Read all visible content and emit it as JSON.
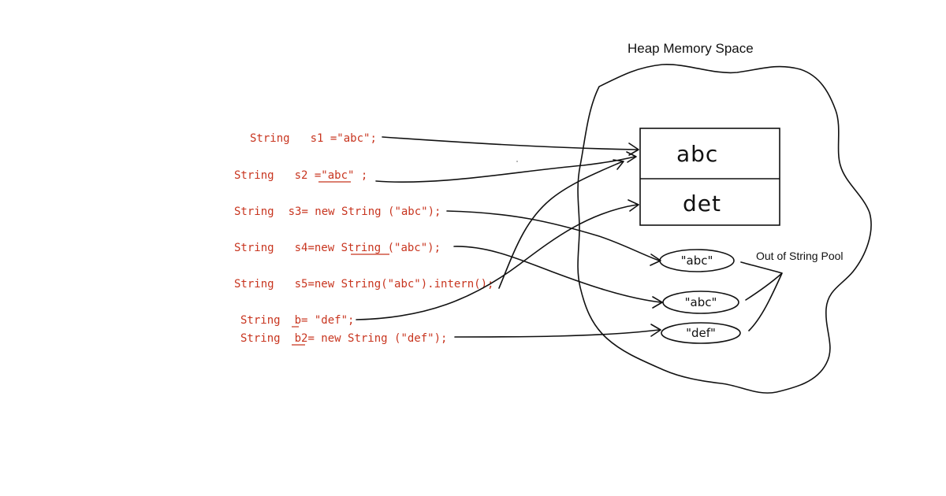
{
  "heap_label": "Heap Memory Space",
  "pool_note": "Out of String Pool",
  "pool_box": {
    "top_value": "abc",
    "bottom_value": "det"
  },
  "code_lines": [
    {
      "keyword": "String",
      "var": "s1",
      "rest": " =\"abc\";"
    },
    {
      "keyword": "String",
      "var": "s2",
      "rest": " =\"abc\"  ;"
    },
    {
      "keyword": "String",
      "var": "s3",
      "rest": "= new  String (\"abc\");"
    },
    {
      "keyword": "String",
      "var": "s4",
      "rest": "=new   String (\"abc\");"
    },
    {
      "keyword": "String",
      "var": "s5",
      "rest": "=new   String(\"abc\").intern();"
    },
    {
      "keyword": "String",
      "var": "b",
      "rest": "= \"def\";"
    },
    {
      "keyword": "String",
      "var": "b2",
      "rest": "= new String (\"def\");"
    }
  ],
  "heap_objects": [
    {
      "label": "\"abc\""
    },
    {
      "label": "\"abc\""
    },
    {
      "label": "\"def\""
    }
  ]
}
